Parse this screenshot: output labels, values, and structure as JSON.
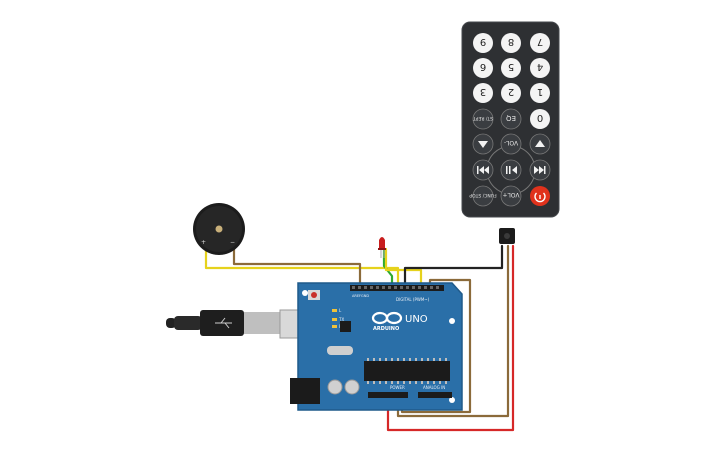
{
  "remote": {
    "keys_row1": [
      "7",
      "8",
      "9"
    ],
    "keys_row2": [
      "4",
      "5",
      "6"
    ],
    "keys_row3": [
      "1",
      "2",
      "3"
    ],
    "key_zero": "0",
    "key_eq": "EQ",
    "key_st_rept": "ST/ REPT",
    "key_vol_minus": "VOL-",
    "key_vol_plus": "VOL+",
    "key_func_stop": "FUNC/ STOP"
  },
  "arduino": {
    "brand": "UNO",
    "header_digital": "DIGITAL (PWM~)",
    "header_power": "POWER",
    "header_analog": "ANALOG IN",
    "label_aref": "AREF",
    "label_gnd": "GND",
    "label_tx": "TX",
    "label_rx": "RX",
    "label_l": "L"
  },
  "buzzer": {
    "plus_label": "+",
    "minus_label": "−"
  },
  "colors": {
    "board": "#2a6fa8",
    "board_dark": "#1f5a8a",
    "wire_yellow": "#e6d21c",
    "wire_brown": "#8b6a3a",
    "wire_green": "#2faa2f",
    "wire_red": "#d62828",
    "wire_black": "#222222",
    "led": "#c81d1d",
    "remote_body": "#2e3033",
    "power_button": "#e0321c"
  }
}
